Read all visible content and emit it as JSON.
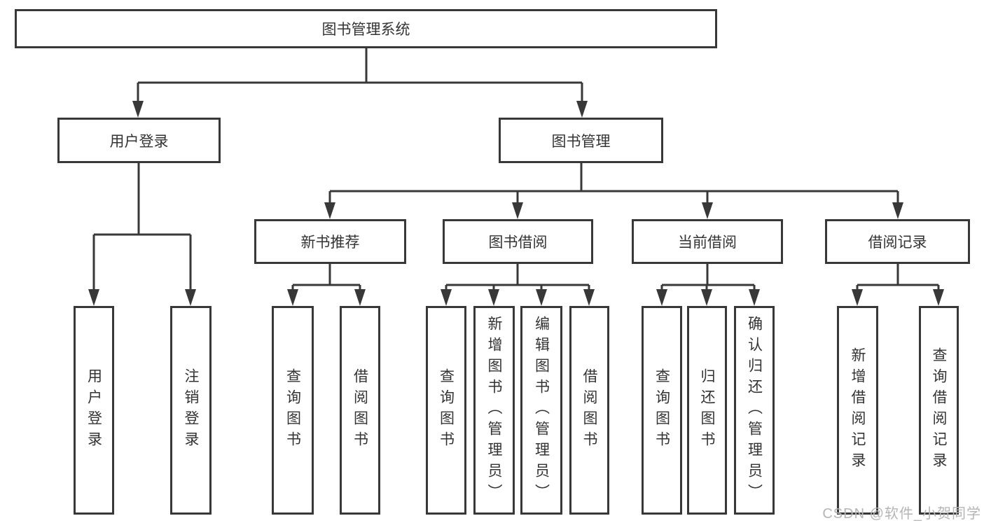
{
  "diagram": {
    "title": "图书管理系统",
    "type": "function-structure-tree",
    "colors": {
      "line": "#383838",
      "text": "#333333",
      "box_bg": "#ffffff",
      "watermark": "#b7b4b7"
    },
    "watermark": "CSDN @软件_小贺同学"
  },
  "tree": {
    "root": "图书管理系统",
    "branches": [
      {
        "label": "用户登录",
        "children": [
          "用户登录",
          "注销登录"
        ]
      },
      {
        "label": "图书管理",
        "children": [
          {
            "label": "新书推荐",
            "children": [
              "查询图书",
              "借阅图书"
            ]
          },
          {
            "label": "图书借阅",
            "children": [
              "查询图书",
              "新增图书（管理员）",
              "编辑图书（管理员）",
              "借阅图书"
            ]
          },
          {
            "label": "当前借阅",
            "children": [
              "查询图书",
              "归还图书",
              "确认归还（管理员）"
            ]
          },
          {
            "label": "借阅记录",
            "children": [
              "新增借阅记录",
              "查询借阅记录"
            ]
          }
        ]
      }
    ]
  }
}
